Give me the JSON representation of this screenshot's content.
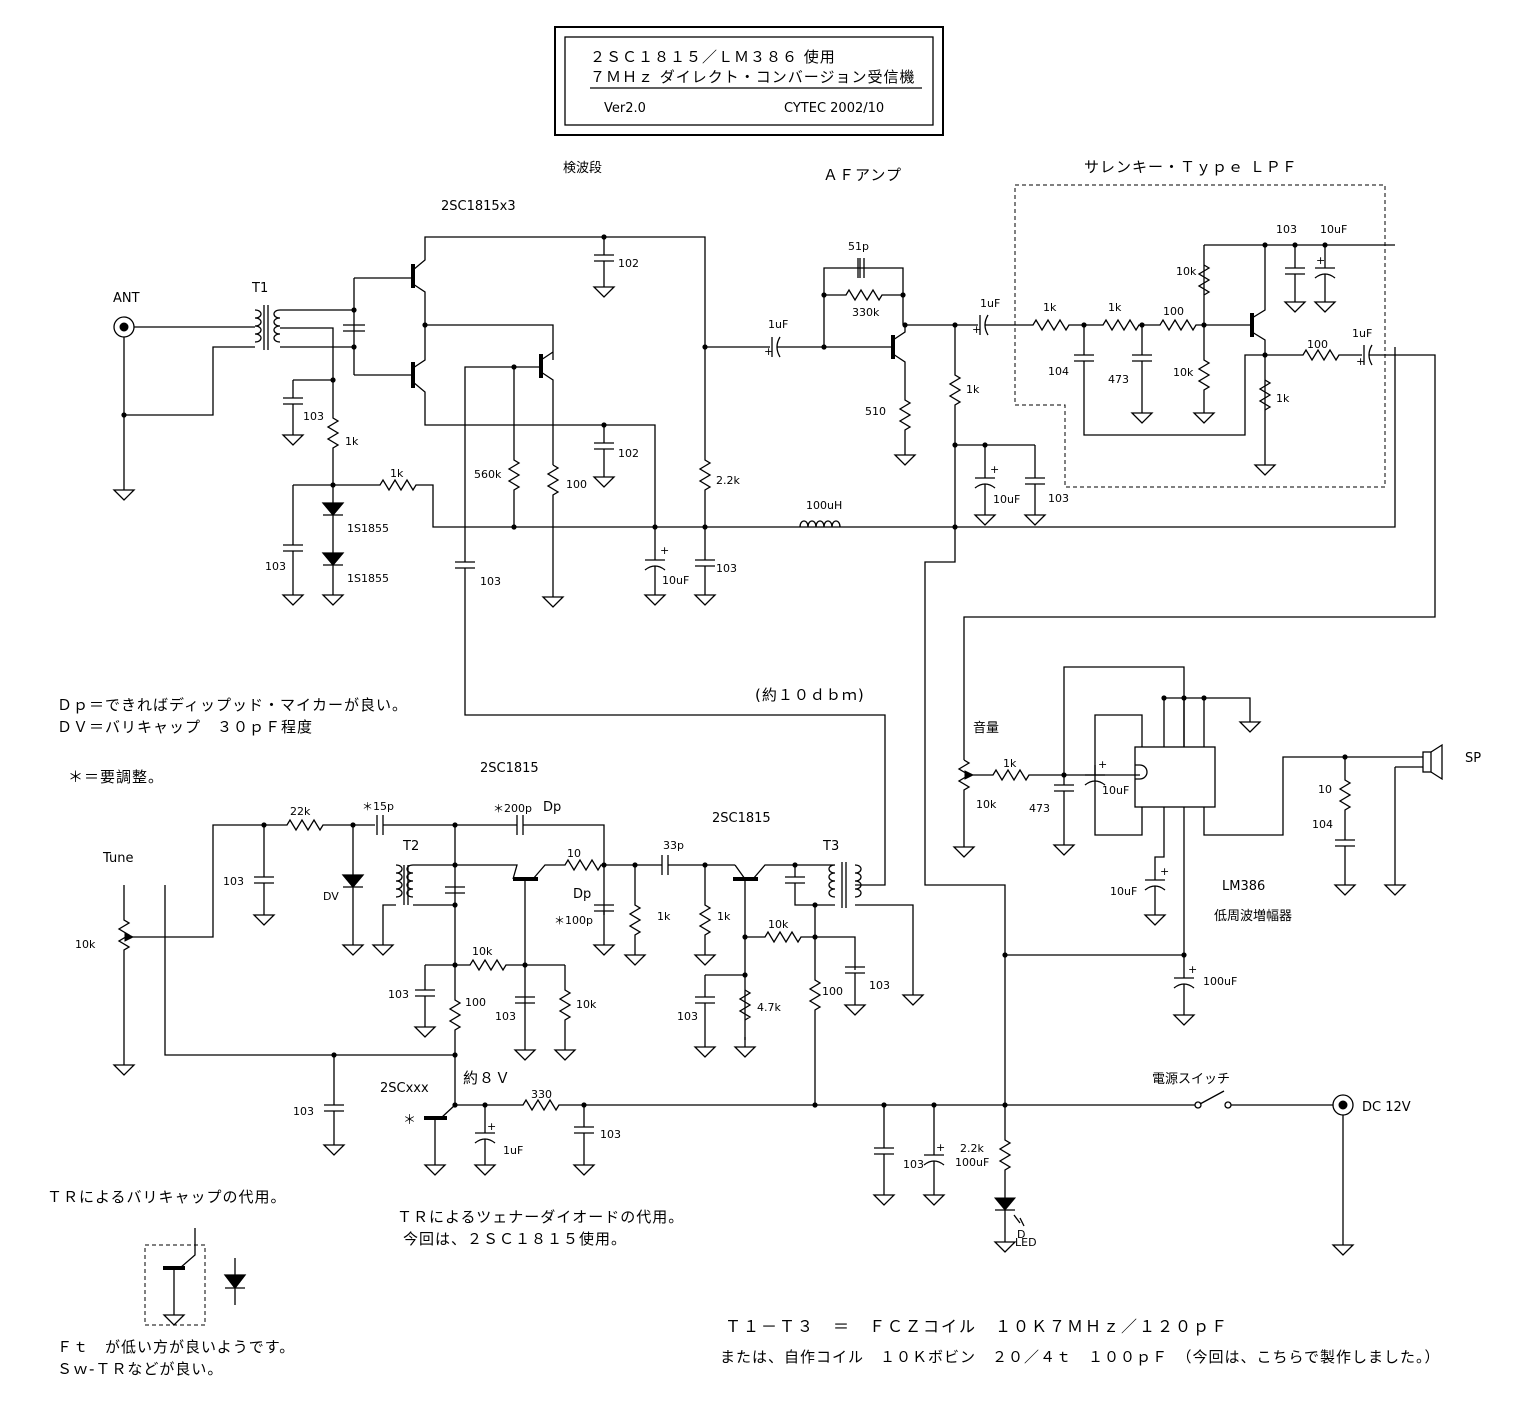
{
  "title_box": {
    "line1": "２ＳＣ１８１５／ＬＭ３８６ 使用",
    "line2": "７ＭＨｚ ダイレクト・コンバージョン受信機",
    "version": "Ver2.0",
    "author_date": "CYTEC  2002/10"
  },
  "sections": {
    "detector": "検波段",
    "af_amp": "ＡＦアンプ",
    "lpf": "サレンキー・Ｔｙｐｅ ＬＰＦ",
    "transistors": "2SC1815x3",
    "lm386": "LM386",
    "lm386_desc": "低周波増幅器",
    "osc_tr1": "2SC1815",
    "osc_tr2": "2SC1815",
    "level": "(約１０ｄｂｍ)",
    "voltage": "約８Ｖ",
    "regulator": "2SCxxx",
    "power_switch": "電源スイッチ",
    "volume": "音量"
  },
  "ports": {
    "antenna": "ANT",
    "speaker": "SP",
    "dc_in": "DC 12V",
    "tune": "Tune",
    "led": "LED",
    "led_d": "D"
  },
  "transformers": {
    "t1": "T1",
    "t2": "T2",
    "t3": "T3"
  },
  "components": {
    "c_103": "103",
    "c_102": "102",
    "r_1k": "1k",
    "d_1s1855": "1S1855",
    "r_560k": "560k",
    "r_100": "100",
    "r_2_2k": "2.2k",
    "l_100uh": "100uH",
    "c_10uf": "10uF",
    "c_1uf": "1uF",
    "c_51p": "51p",
    "r_330k": "330k",
    "r_510": "510",
    "c_104": "104",
    "c_473": "473",
    "r_10k": "10k",
    "r_10": "10",
    "c_100uf": "100uF",
    "r_22k": "22k",
    "c_15p": "＊15p",
    "c_200p": "＊200p",
    "dp": "Dp",
    "c_100p": "＊100p",
    "c_33p": "33p",
    "r_4_7k": "4.7k",
    "r_330": "330",
    "dv": "DV",
    "r_2_2k_led": "2.2k",
    "c_100uf_b": "100uF",
    "star": "＊"
  },
  "notes": {
    "dp": "Ｄｐ＝できればディップッド・マイカーが良い。",
    "dv": "ＤＶ＝バリキャップ　３０ｐＦ程度",
    "adj": "＊＝要調整。",
    "varicap_title": "ＴＲによるバリキャップの代用。",
    "ft1": "Ｆｔ　が低い方が良いようです。",
    "ft2": "Ｓｗ-ＴＲなどが良い。",
    "zener1": "ＴＲによるツェナーダイオードの代用。",
    "zener2": "今回は、２ＳＣ１８１５使用。",
    "coil1": "Ｔ１－Ｔ３　＝　ＦＣＺコイル　１０Ｋ７ＭＨｚ／１２０ｐＦ",
    "coil2": "または、自作コイル　１０Ｋボビン　２０／４ｔ　１００ｐＦ　（今回は、こちらで製作しました。）"
  }
}
